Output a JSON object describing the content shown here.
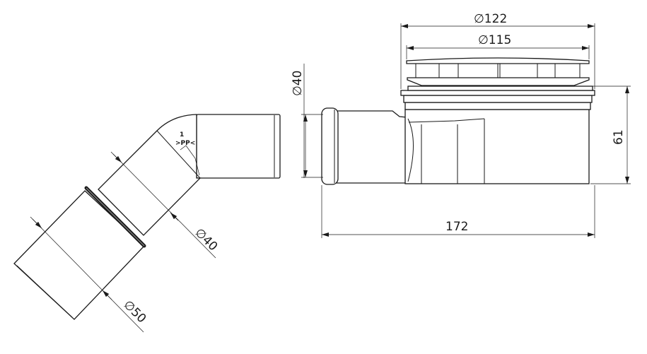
{
  "title": "Shower drain technical drawing",
  "dimensions": {
    "grate_outer_diameter": "∅122",
    "grate_inner_diameter": "∅115",
    "outlet_diameter": "∅40",
    "height": "61",
    "length": "172",
    "elbow_small_diameter": "∅40",
    "elbow_large_diameter": "∅50"
  },
  "material_mark": {
    "number": "1",
    "code": ">PP<"
  },
  "colors": {
    "line": "#1a1a1a",
    "background": "#ffffff"
  }
}
